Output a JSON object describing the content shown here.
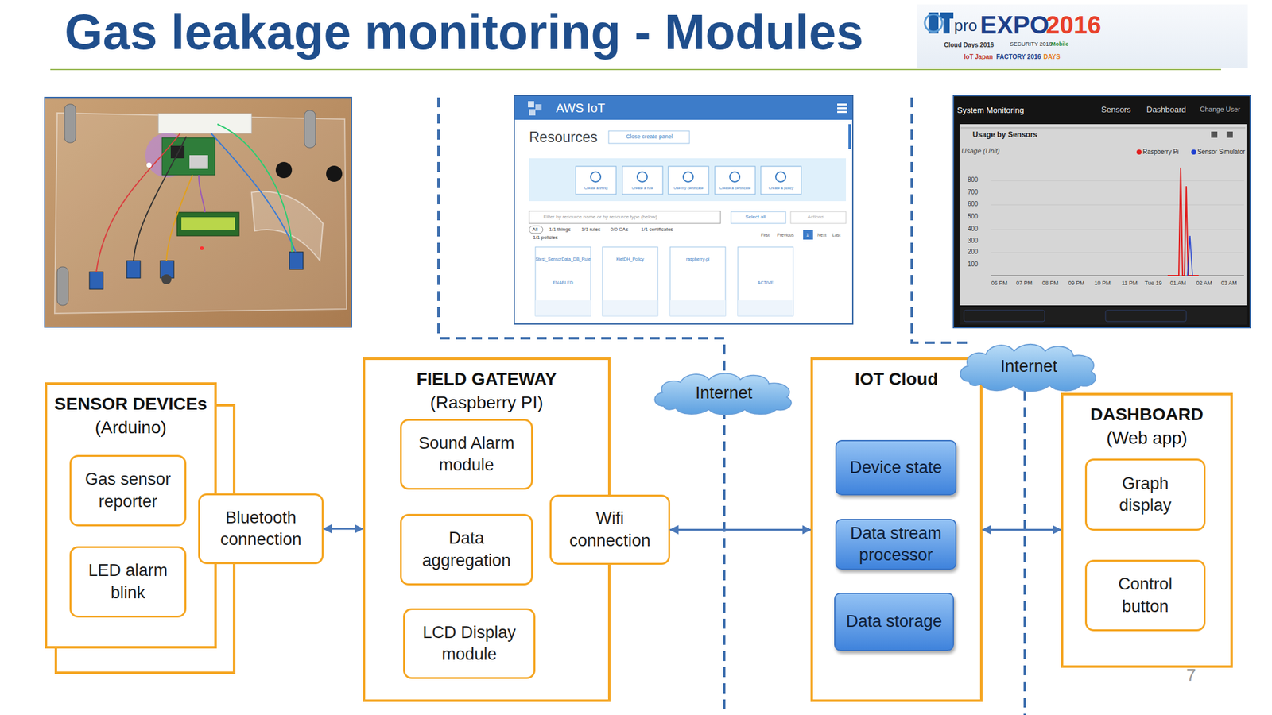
{
  "diagram": {
    "title": "Gas leakage monitoring - Modules",
    "nodes": [
      {
        "text": [
          "SENSOR DEVICEs",
          "(Arduino)"
        ]
      },
      {
        "text": [
          "Gas sensor reporter"
        ],
        "in": 0
      },
      {
        "text": [
          "LED alarm blink"
        ],
        "in": 0
      },
      {
        "text": [
          "Bluetooth connection"
        ]
      },
      {
        "text": [
          "FIELD GATEWAY",
          "(Raspberry PI)"
        ]
      },
      {
        "text": [
          "Sound Alarm module"
        ],
        "in": 4
      },
      {
        "text": [
          "Data aggregation"
        ],
        "in": 4
      },
      {
        "text": [
          "LCD Display module"
        ],
        "in": 4
      },
      {
        "text": [
          "Wifi connection"
        ]
      },
      {
        "text": [
          "Internet"
        ]
      },
      {
        "text": [
          "IOT Cloud"
        ]
      },
      {
        "text": [
          "Device state"
        ],
        "in": 10
      },
      {
        "text": [
          "Data stream processor"
        ],
        "in": 10
      },
      {
        "text": [
          "Data storage"
        ],
        "in": 10
      },
      {
        "text": [
          "Internet"
        ]
      },
      {
        "text": [
          "DASHBOARD",
          "(Web app)"
        ]
      },
      {
        "text": [
          "Graph display"
        ],
        "in": 15
      },
      {
        "text": [
          "Control button"
        ],
        "in": 15
      }
    ],
    "edges": [
      {
        "from": 3,
        "to": 4,
        "arrow": "both"
      },
      {
        "from": 8,
        "to": 10,
        "arrow": "both"
      },
      {
        "from": 10,
        "to": 15,
        "arrow": "both"
      }
    ],
    "labels": [
      "pro",
      "EXPO",
      "2016",
      "Cloud Days 2016",
      "SECURITY 2016",
      "Mobile",
      "IoT Japan",
      "FACTORY 2016",
      "DAYS",
      "AWS IoT",
      "Resources",
      "Close create panel",
      "Create a thing",
      "Create a rule",
      "Use my certificate",
      "Create a certificate",
      "Create a policy",
      "Filter by resource name or by resource type (below)",
      "Select all",
      "Actions",
      "All",
      "1/1 things",
      "1/1 rules",
      "0/0 CAs",
      "1/1 certificates",
      "1/1 policies",
      "First",
      "Previous",
      "1",
      "Next",
      "Last",
      "Stest_SensorData_DB_Rule",
      "ENABLED",
      "KietDH_Policy",
      "raspberry-pi",
      "ACTIVE",
      "System Monitoring",
      "Sensors",
      "Dashboard",
      "Change User",
      "Usage by Sensors",
      "Usage (Unit)",
      "Raspberry Pi",
      "Sensor Simulator",
      "800",
      "700",
      "600",
      "500",
      "400",
      "300",
      "200",
      "100",
      "06 PM",
      "07 PM",
      "08 PM",
      "09 PM",
      "10 PM",
      "11 PM",
      "Tue 19",
      "01 AM",
      "02 AM",
      "03 AM",
      "7"
    ]
  }
}
